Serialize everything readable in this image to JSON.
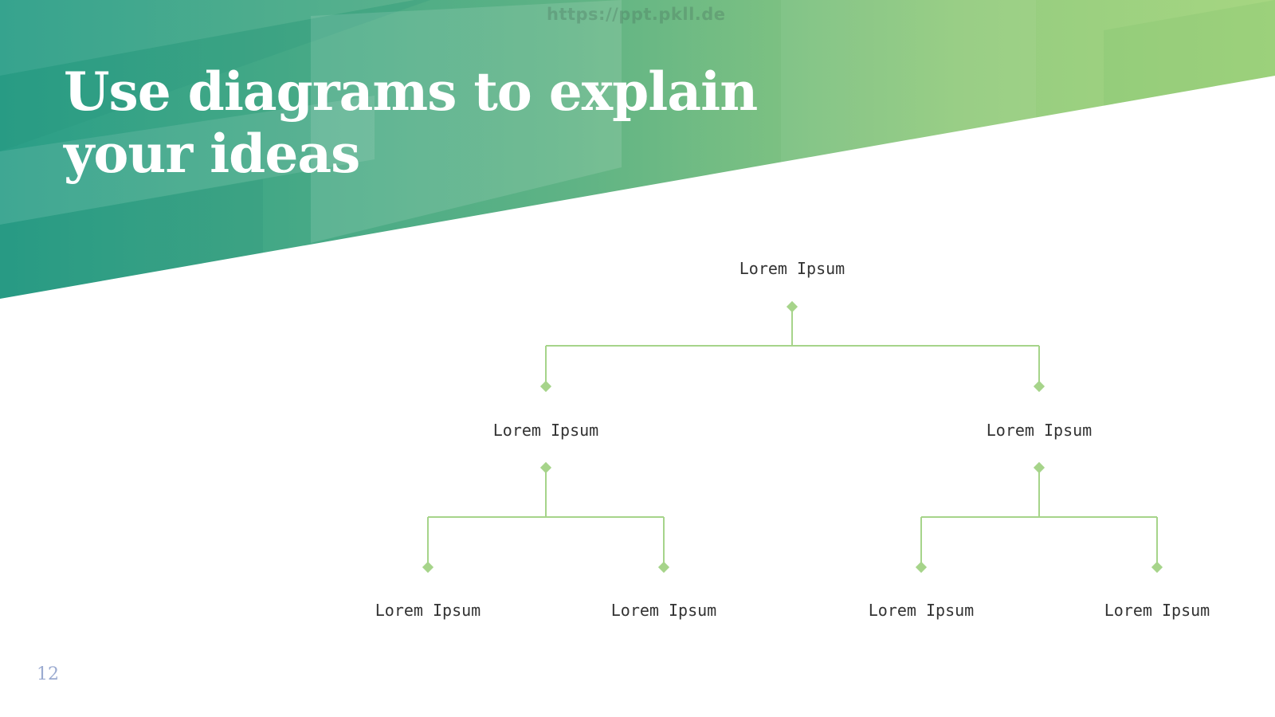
{
  "watermark": "https://ppt.pkll.de",
  "title": {
    "line1": "Use diagrams to explain",
    "line2": "your ideas"
  },
  "tree": {
    "root": "Lorem Ipsum",
    "level2": [
      "Lorem Ipsum",
      "Lorem Ipsum"
    ],
    "level3": [
      "Lorem Ipsum",
      "Lorem Ipsum",
      "Lorem Ipsum",
      "Lorem Ipsum"
    ]
  },
  "page_number": "12",
  "colors": {
    "banner_start": "#2aa08a",
    "banner_end": "#a3d47f",
    "connector": "#a6d48a",
    "title": "#ffffff",
    "page_number": "#9aaad0"
  }
}
